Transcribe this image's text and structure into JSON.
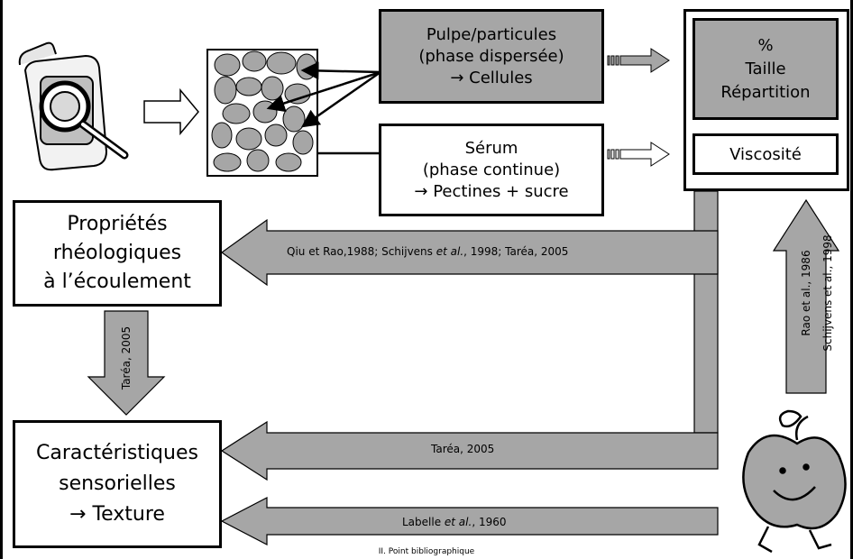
{
  "boxes": {
    "pulpe": {
      "line1": "Pulpe/particules",
      "line2": "(phase dispersée)",
      "line3": "Cellules"
    },
    "serum": {
      "line1": "Sérum",
      "line2": "(phase continue)",
      "line3": "Pectines + sucre"
    },
    "measure_top": {
      "line1": "%",
      "line2": "Taille",
      "line3": "Répartition"
    },
    "measure_bottom": {
      "label": "Viscosité"
    },
    "proprietes": {
      "line1": "Propriétés",
      "line2": "rhéologiques",
      "line3": "à l’écoulement"
    },
    "caracteristiques": {
      "line1": "Caractéristiques",
      "line2": "sensorielles",
      "line3": "Texture"
    }
  },
  "arrow_symbol": "→",
  "arrow_labels": {
    "top": {
      "before": "Qiu et Rao,1988; Schijvens ",
      "italic": "et al.",
      "after": ", 1998; Taréa, 2005"
    },
    "middle": "Taréa, 2005",
    "bottom": {
      "before": "Labelle ",
      "italic": "et al.",
      "after": ", 1960"
    },
    "vertical_left": "Taréa, 2005",
    "vertical_right_1": "Rao et al., 1986",
    "vertical_right_2": "Schijvens et al., 1998"
  },
  "footer": "II. Point bibliographique",
  "colors": {
    "box_gray": "#a6a6a6",
    "arrow_gray": "#a6a6a6",
    "border": "#000000"
  },
  "icons": [
    "juice-bottle-magnifier-icon",
    "particles-cells-icon",
    "apple-character-icon"
  ]
}
